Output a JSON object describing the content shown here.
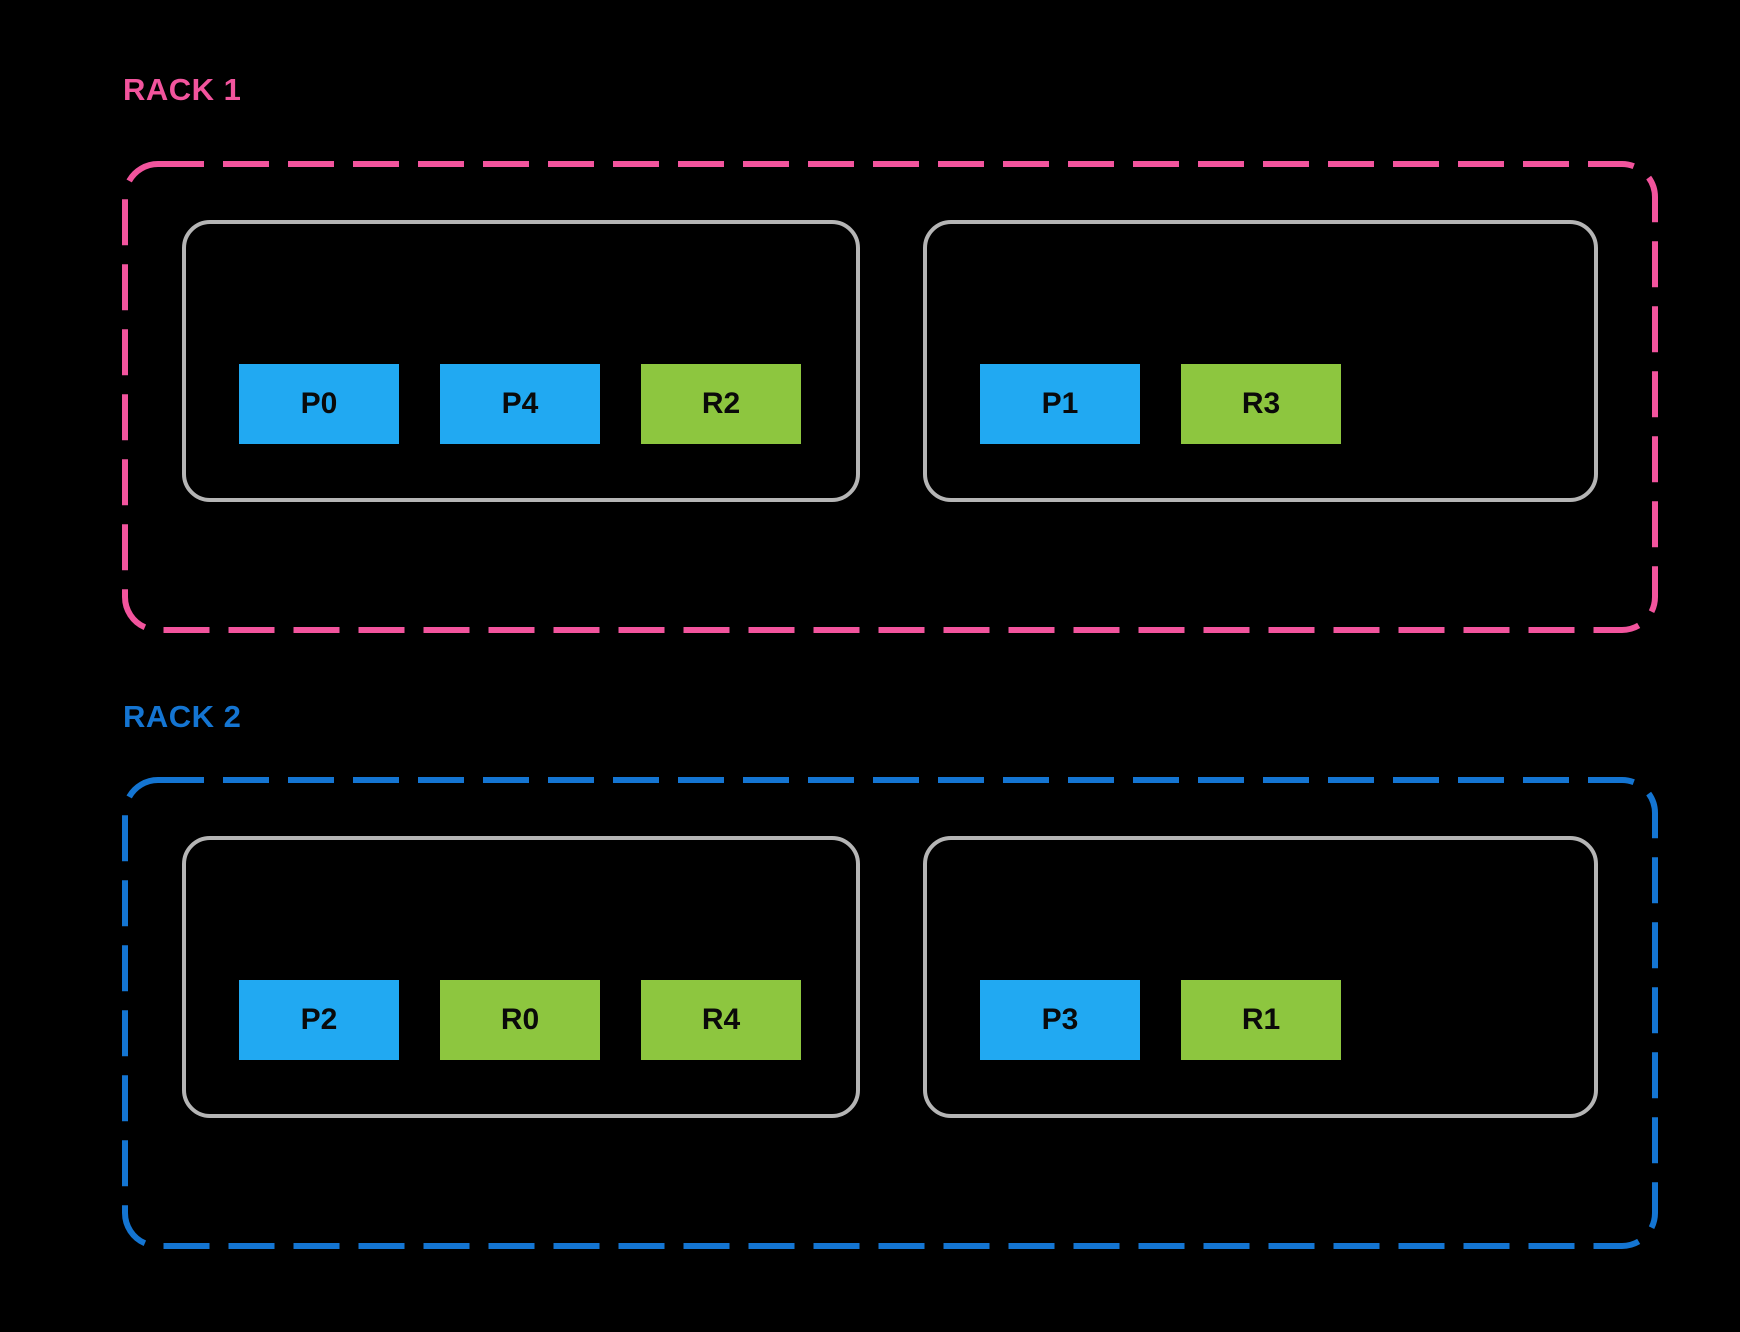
{
  "diagram": {
    "background_color": "#000000",
    "host_border_color": "#b5b5b5",
    "scheduler_block_color": "#21a9f2",
    "worker_block_color": "#8dc63f"
  },
  "racks": [
    {
      "label": "RACK 1",
      "accent_color": "#f2549d",
      "hosts": [
        {
          "blocks": [
            {
              "label": "P0",
              "color": "#21a9f2"
            },
            {
              "label": "P4",
              "color": "#21a9f2"
            },
            {
              "label": "R2",
              "color": "#8dc63f"
            }
          ]
        },
        {
          "blocks": [
            {
              "label": "P1",
              "color": "#21a9f2"
            },
            {
              "label": "R3",
              "color": "#8dc63f"
            }
          ]
        }
      ]
    },
    {
      "label": "RACK 2",
      "accent_color": "#1475d2",
      "hosts": [
        {
          "blocks": [
            {
              "label": "P2",
              "color": "#21a9f2"
            },
            {
              "label": "R0",
              "color": "#8dc63f"
            },
            {
              "label": "R4",
              "color": "#8dc63f"
            }
          ]
        },
        {
          "blocks": [
            {
              "label": "P3",
              "color": "#21a9f2"
            },
            {
              "label": "R1",
              "color": "#8dc63f"
            }
          ]
        }
      ]
    }
  ]
}
